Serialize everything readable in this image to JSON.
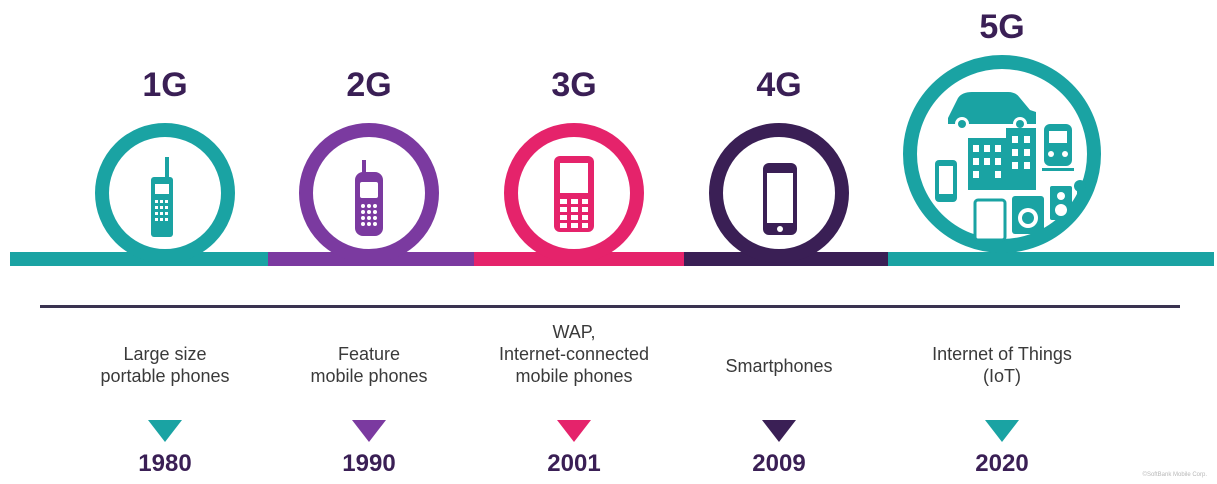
{
  "generations": [
    {
      "label": "1G",
      "color": "#1aa3a3",
      "icon": "brick-phone-icon",
      "description": [
        "Large size",
        "portable phones"
      ],
      "year": "1980"
    },
    {
      "label": "2G",
      "color": "#7b3aa0",
      "icon": "feature-phone-icon",
      "description": [
        "Feature",
        "mobile phones"
      ],
      "year": "1990"
    },
    {
      "label": "3G",
      "color": "#e5236b",
      "icon": "keypad-phone-icon",
      "description": [
        "WAP,",
        "Internet-connected",
        "mobile phones"
      ],
      "year": "2001"
    },
    {
      "label": "4G",
      "color": "#3a1f55",
      "icon": "smartphone-icon",
      "description": [
        "Smartphones"
      ],
      "year": "2009"
    },
    {
      "label": "5G",
      "color": "#1aa3a3",
      "icon": "iot-city-icon",
      "description": [
        "Internet of Things",
        "(IoT)"
      ],
      "year": "2020"
    }
  ],
  "watermark": "©SoftBank Mobile Corp."
}
